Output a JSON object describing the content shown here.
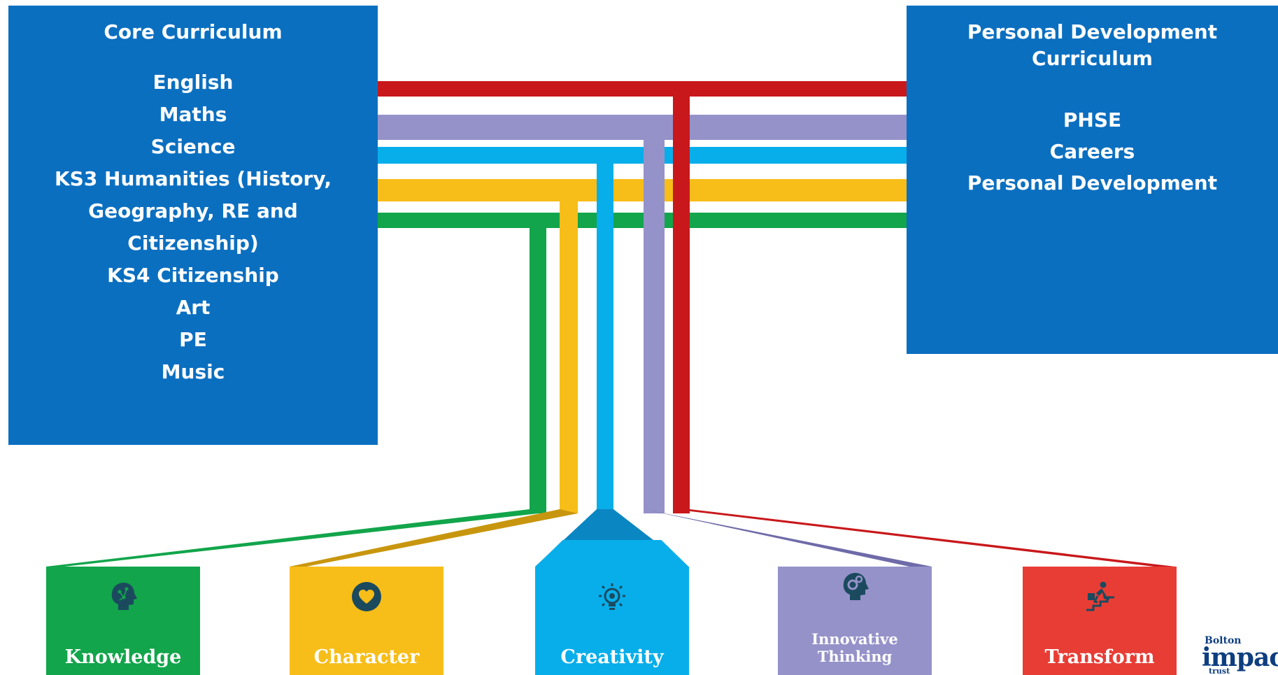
{
  "core": {
    "title": "Core Curriculum",
    "items": [
      "English",
      "Maths",
      "Science",
      "KS3 Humanities (History,",
      "Geography, RE  and",
      "Citizenship)",
      "KS4 Citizenship",
      "Art",
      "PE",
      "Music"
    ]
  },
  "personal_development": {
    "title_line1": "Personal Development",
    "title_line2": "Curriculum",
    "items": [
      "PHSE",
      "Careers",
      "Personal Development"
    ]
  },
  "pillars": [
    {
      "label": "Knowledge",
      "color": "#12a54b",
      "icon": "head-circuit-icon"
    },
    {
      "label": "Character",
      "color": "#f7bd19",
      "icon": "heart-circle-icon"
    },
    {
      "label": "Creativity",
      "color": "#08aeea",
      "icon": "lightbulb-icon"
    },
    {
      "label_line1": "Innovative",
      "label_line2": "Thinking",
      "color": "#9592c9",
      "icon": "head-gears-icon"
    },
    {
      "label": "Transform",
      "color": "#e83d35",
      "icon": "person-climbing-steps-icon"
    }
  ],
  "connector_colors": {
    "red": "#c8181b",
    "lavender": "#9592c9",
    "blue": "#08aeea",
    "yellow": "#f7bd19",
    "green": "#12a54b"
  },
  "logo": {
    "line1": "Bolton",
    "line2": "impac",
    "line3": "trust"
  }
}
